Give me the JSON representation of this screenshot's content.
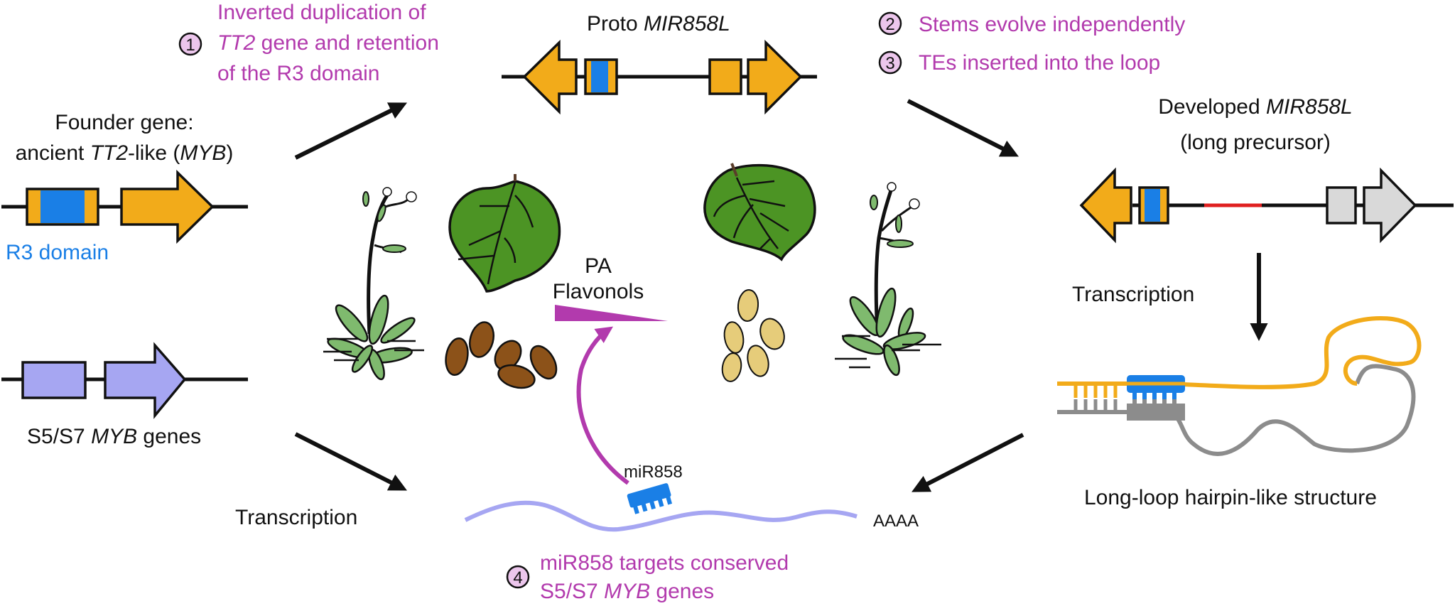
{
  "colors": {
    "annotation_purple": "#b23aad",
    "gene_orange": "#f2ab1a",
    "r3_blue": "#1a7fe6",
    "myb_lavender": "#a6a6f2",
    "te_red": "#e02020",
    "degenerate_gray": "#d9d9d9",
    "mrna_lavender": "#a6a6f2",
    "leaf_green": "#4c9424",
    "seed_brown": "#8c5219",
    "seed_yellow": "#e6cc7a"
  },
  "steps": [
    {
      "number": "1",
      "lines": [
        "Inverted duplication of",
        "TT2 gene and retention",
        "of the R3 domain"
      ],
      "italic_prefix_line2": "TT2"
    },
    {
      "number": "2",
      "text": "Stems evolve independently"
    },
    {
      "number": "3",
      "text": "TEs inserted into the loop"
    },
    {
      "number": "4",
      "lines": [
        "miR858 targets conserved",
        "S5/S7 MYB genes"
      ]
    }
  ],
  "founder": {
    "title_line1": "Founder gene:",
    "title_line2_prefix": "ancient ",
    "title_line2_italic1": "TT2",
    "title_line2_mid": "-like (",
    "title_line2_italic2": "MYB",
    "title_line2_suffix": ")",
    "domain_label": "R3 domain"
  },
  "proto": {
    "title_prefix": "Proto ",
    "title_italic": "MIR858L"
  },
  "developed": {
    "title_prefix": "Developed ",
    "title_italic": "MIR858L",
    "subtitle": "(long precursor)",
    "transcription_label": "Transcription",
    "structure_label": "Long-loop hairpin-like structure"
  },
  "s5s7": {
    "label_prefix": "S5/S7 ",
    "label_italic": "MYB",
    "label_suffix": " genes",
    "transcription_label": "Transcription"
  },
  "center": {
    "metabolite_line1": "PA",
    "metabolite_line2": "Flavonols",
    "mirna_label": "miR858",
    "polya_label": "AAAA"
  },
  "step4_line2": {
    "prefix": "S5/S7 ",
    "italic": "MYB",
    "suffix": " genes"
  }
}
